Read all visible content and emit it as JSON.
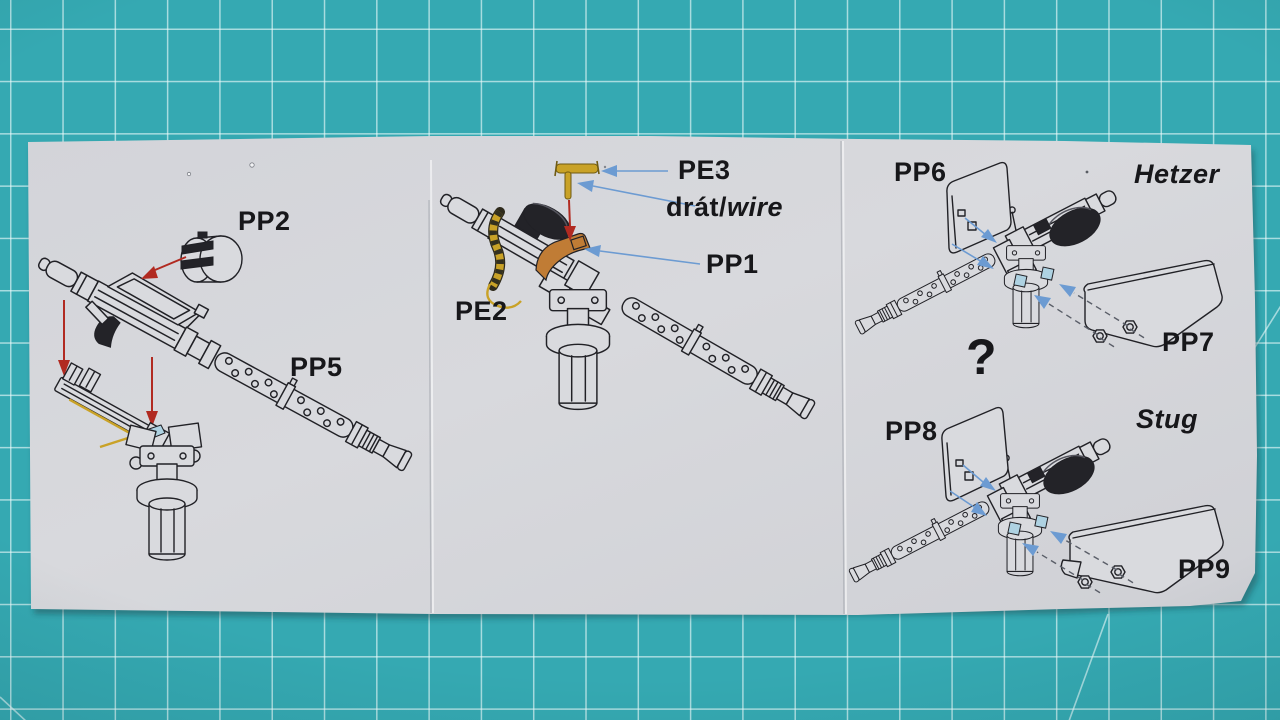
{
  "sheet": {
    "panels": {
      "left": {
        "labels": {
          "pp2": "PP2",
          "pp5": "PP5"
        }
      },
      "middle": {
        "labels": {
          "pe3": "PE3",
          "drat": "drát/",
          "wire": "wire",
          "pp1": "PP1",
          "pe2": "PE2"
        }
      },
      "right": {
        "labels": {
          "pp6": "PP6",
          "variant_top": "Hetzer",
          "pp7": "PP7",
          "question": "?",
          "pp8": "PP8",
          "variant_bottom": "Stug",
          "pp9": "PP9"
        }
      }
    }
  },
  "colors": {
    "mat": "#35a9b2",
    "grid": "rgba(238,251,251,0.62)",
    "paper": "#d6d7db",
    "paperfill": "#d9dade",
    "ink": "#212126",
    "ink2": "#232328",
    "arrow_red": "#b12a21",
    "arrow_blue": "#6c9bd2",
    "brass": "#c9a227",
    "copper": "#c07c35",
    "highlight": "#aed2e2"
  }
}
